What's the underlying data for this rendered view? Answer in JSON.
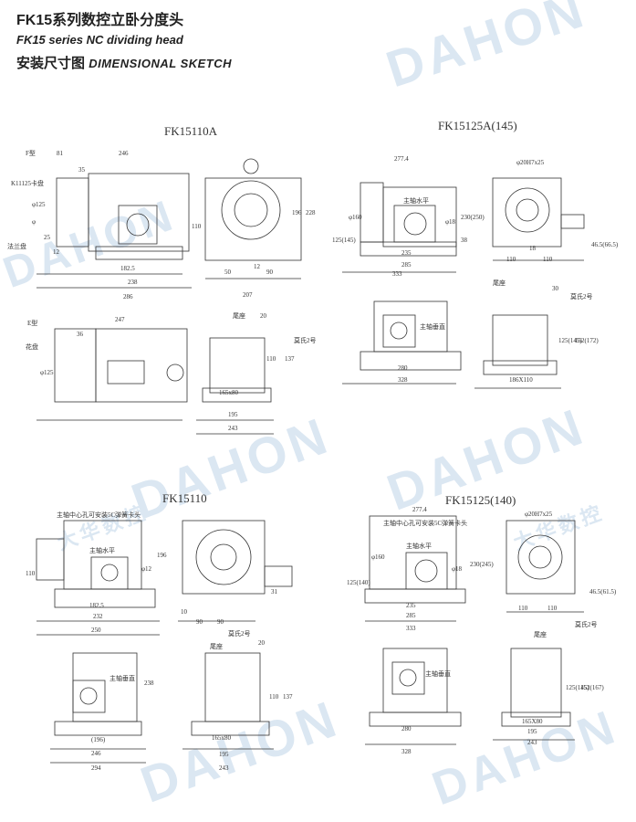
{
  "header": {
    "title_cn": "FK15系列数控立卧分度头",
    "title_en": "FK15 series NC dividing head",
    "subtitle_cn": "安装尺寸图",
    "subtitle_en": "DIMENSIONAL SKETCH"
  },
  "watermark": {
    "brand": "DAHON",
    "cn": "大华数控"
  },
  "sections": [
    {
      "title": "FK15110A",
      "labels": [
        "F型",
        "81",
        "246",
        "35",
        "K11125卡盘",
        "φ125",
        "φ",
        "法兰盘",
        "25",
        "12",
        "182.5",
        "238",
        "286",
        "110",
        "50",
        "12",
        "90",
        "207",
        "196",
        "228",
        "E型",
        "247",
        "36",
        "花盘",
        "φ125",
        "尾座",
        "20",
        "莫氏2号",
        "110",
        "137",
        "165x80",
        "195",
        "243"
      ]
    },
    {
      "title": "FK15125A(145)",
      "labels": [
        "277.4",
        "φ160",
        "125(145)",
        "主轴水平",
        "φ18",
        "230(250)",
        "38",
        "235",
        "285",
        "333",
        "φ20H7x25",
        "110",
        "18",
        "110",
        "46.5(66.5)",
        "尾座",
        "30",
        "莫氏2号",
        "主轴垂直",
        "280",
        "328",
        "125(145)",
        "152(172)",
        "186X110"
      ]
    },
    {
      "title": "FK15110",
      "labels": [
        "主轴中心孔可安装5C弹簧卡头",
        "主轴水平",
        "φ12",
        "196",
        "110",
        "182.5",
        "232",
        "250",
        "10",
        "90",
        "90",
        "31",
        "238",
        "主轴垂直",
        "(196)",
        "246",
        "294",
        "尾座",
        "莫氏2号",
        "20",
        "110",
        "137",
        "165x80",
        "195",
        "243"
      ]
    },
    {
      "title": "FK15125(140)",
      "labels": [
        "277.4",
        "主轴中心孔可安装5C弹簧卡头",
        "φ160",
        "主轴水平",
        "φ18",
        "230(245)",
        "125(140)",
        "235",
        "285",
        "333",
        "φ20H7x25",
        "110",
        "110",
        "46.5(61.5)",
        "尾座",
        "莫氏2号",
        "主轴垂直",
        "280",
        "328",
        "125(145)",
        "152(167)",
        "165X80",
        "195",
        "243"
      ]
    }
  ]
}
